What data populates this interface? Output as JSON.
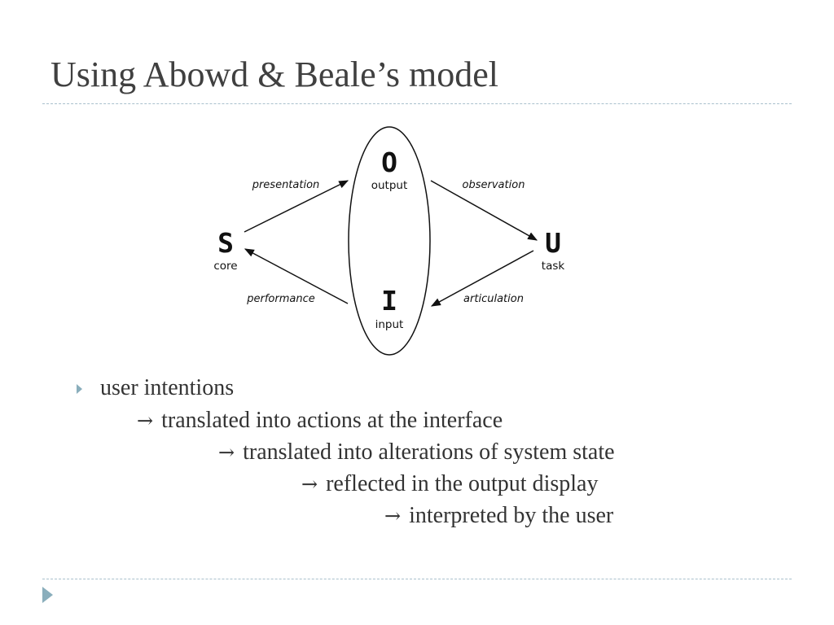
{
  "slide": {
    "title": "Using Abowd & Beale’s model"
  },
  "diagram": {
    "nodes": {
      "output": {
        "letter": "O",
        "label": "output"
      },
      "input": {
        "letter": "I",
        "label": "input"
      },
      "system": {
        "letter": "S",
        "label": "core"
      },
      "user": {
        "letter": "U",
        "label": "task"
      }
    },
    "edges": {
      "presentation": "presentation",
      "observation": "observation",
      "performance": "performance",
      "articulation": "articulation"
    }
  },
  "body": {
    "arrow_symbol": "→",
    "lines": [
      "user intentions",
      "translated into actions at the interface",
      "translated into alterations of system state",
      "reflected in the output display",
      "interpreted by the user"
    ]
  },
  "colors": {
    "accent": "#8aaebc",
    "rule": "#a9c0cc",
    "title": "#404040",
    "text": "#333333"
  }
}
